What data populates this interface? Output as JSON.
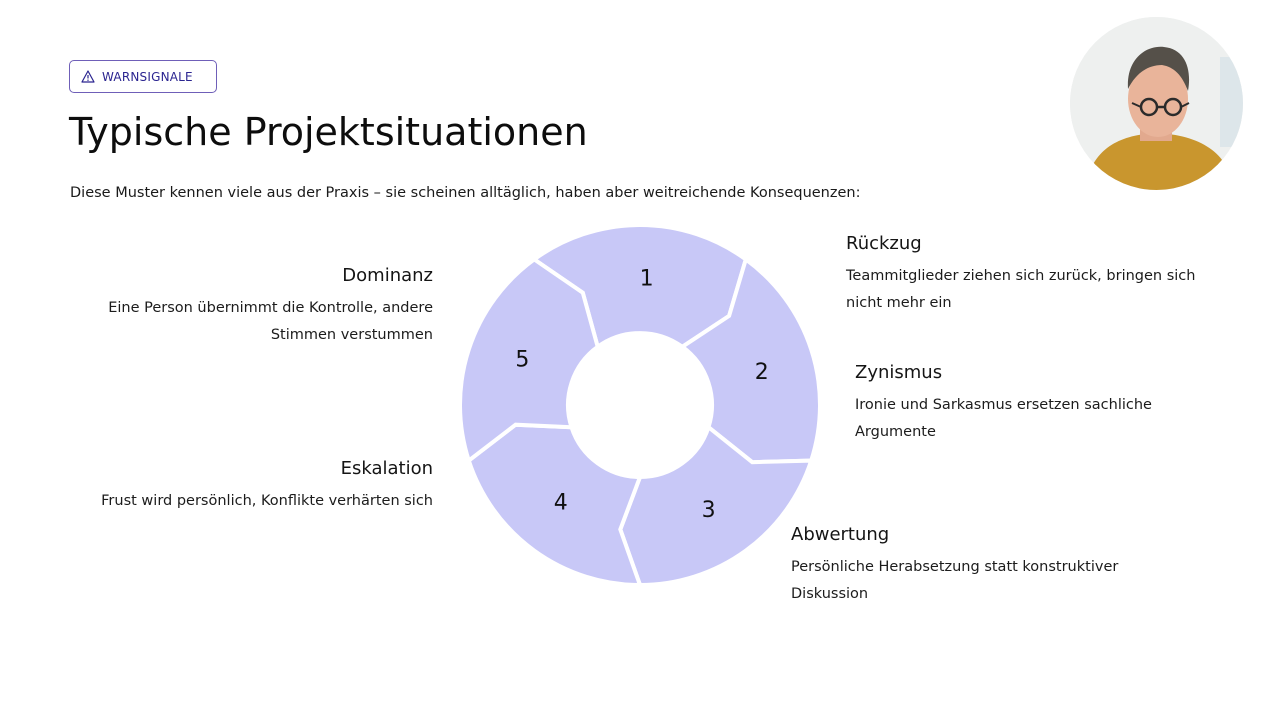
{
  "badge": {
    "label": "WARNSIGNALE",
    "icon": "warning-triangle-icon"
  },
  "title": "Typische Projektsituationen",
  "subtitle": "Diese Muster kennen viele aus der Praxis – sie scheinen alltäglich, haben aber weitreichende Konsequenzen:",
  "items": [
    {
      "number": "1",
      "heading": "Dominanz",
      "text": "Eine Person übernimmt die Kontrolle, andere Stimmen verstummen"
    },
    {
      "number": "2",
      "heading": "Rückzug",
      "text": "Teammitglieder ziehen sich zurück, bringen sich nicht mehr ein"
    },
    {
      "number": "3",
      "heading": "Zynismus",
      "text": "Ironie und Sarkasmus ersetzen sachliche Argumente"
    },
    {
      "number": "4",
      "heading": "Abwertung",
      "text": "Persönliche Herabsetzung statt konstruktiver Diskussion"
    },
    {
      "number": "5",
      "heading": "Eskalation",
      "text": "Frust wird persönlich, Konflikte verhärten sich"
    }
  ],
  "colors": {
    "segment": "#c8c8f7",
    "badge_border": "#6f5fb8",
    "badge_text": "#2b2590"
  }
}
